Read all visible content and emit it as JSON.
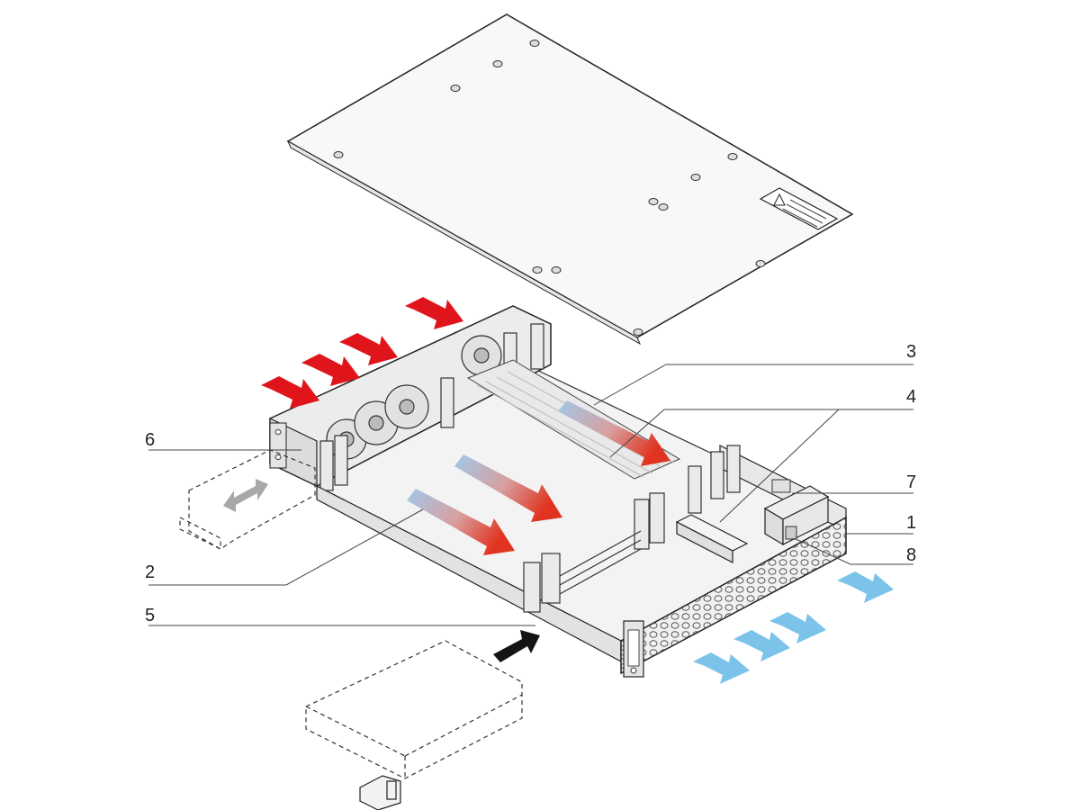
{
  "callouts": [
    {
      "id": "1",
      "label": "1"
    },
    {
      "id": "2",
      "label": "2"
    },
    {
      "id": "3",
      "label": "3"
    },
    {
      "id": "4",
      "label": "4"
    },
    {
      "id": "5",
      "label": "5"
    },
    {
      "id": "6",
      "label": "6"
    },
    {
      "id": "7",
      "label": "7"
    },
    {
      "id": "8",
      "label": "8"
    }
  ],
  "airflow": {
    "intake_color": "#e0141b",
    "exhaust_color": "#7cc3ea",
    "insertion_color": "#141414",
    "service_color": "#a8a8a8"
  },
  "icons": [
    "warning-label-icon",
    "fan-icon",
    "vent-grille-icon"
  ]
}
